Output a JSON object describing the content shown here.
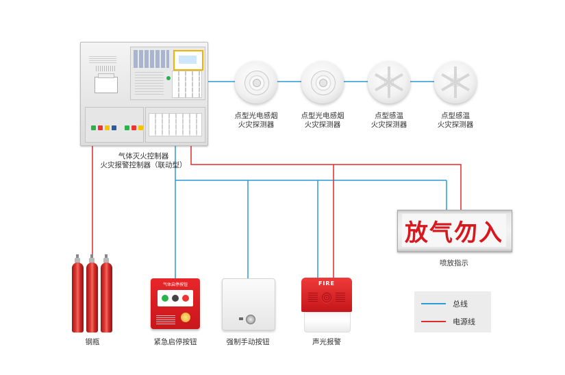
{
  "controller": {
    "label_line1": "气体灭火控制器",
    "label_line2": "火灾报警控制器（联动型）"
  },
  "detectors": [
    {
      "type": "smoke",
      "label_line1": "点型光电感烟",
      "label_line2": "火灾探测器",
      "icon": "smoke-detector-icon"
    },
    {
      "type": "smoke",
      "label_line1": "点型光电感烟",
      "label_line2": "火灾探测器",
      "icon": "smoke-detector-icon"
    },
    {
      "type": "heat",
      "label_line1": "点型感温",
      "label_line2": "火灾探测器",
      "icon": "heat-detector-icon"
    },
    {
      "type": "heat",
      "label_line1": "点型感温",
      "label_line2": "火灾探测器",
      "icon": "heat-detector-icon"
    }
  ],
  "sign": {
    "text": "放气勿入",
    "label": "喷放指示"
  },
  "devices": {
    "cylinders": {
      "label": "钢瓶"
    },
    "emergency_button": {
      "label": "紧急启停按钮",
      "panel_caption": "气体启停按钮"
    },
    "manual_button": {
      "label": "强制手动按钮"
    },
    "alarm": {
      "label": "声光报警",
      "panel_caption": "FIRE"
    }
  },
  "legend": {
    "items": [
      {
        "name": "总线",
        "color": "#2b9ad6"
      },
      {
        "name": "电源线",
        "color": "#e02b2b"
      }
    ]
  },
  "colors": {
    "bus": "#2b9ad6",
    "power": "#e02b2b"
  }
}
